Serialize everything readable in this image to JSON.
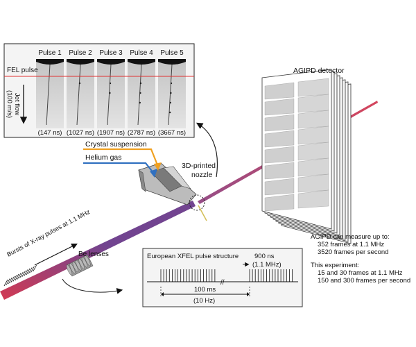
{
  "inset": {
    "pulses": [
      {
        "label": "Pulse 1",
        "time": "(147 ns)"
      },
      {
        "label": "Pulse 2",
        "time": "(1027 ns)"
      },
      {
        "label": "Pulse 3",
        "time": "(1907 ns)"
      },
      {
        "label": "Pulse 4",
        "time": "(2787 ns)"
      },
      {
        "label": "Pulse 5",
        "time": "(3667 ns)"
      }
    ],
    "fel_pulse_label": "FEL pulse",
    "jet_flow_label": "Jet flow",
    "jet_flow_speed": "(100 m/s)"
  },
  "detector": {
    "title": "AGIPD detector",
    "capability_title": "AGIPD can measure up to:",
    "capability_lines": [
      "352 frames at 1.1 MHz",
      "3520 frames per second"
    ],
    "experiment_title": "This experiment:",
    "experiment_lines": [
      "15 and 30 frames at 1.1 MHz",
      "150 and 300 frames per second"
    ]
  },
  "nozzle": {
    "crystal_label": "Crystal suspension",
    "helium_label": "Helium gas",
    "nozzle_label_line1": "3D-printed",
    "nozzle_label_line2": "nozzle"
  },
  "beam": {
    "bursts_label": "Bursts of X-ray pulses at 1.1 MHz",
    "lenses_label": "Be lenses"
  },
  "pulse_structure": {
    "title": "European XFEL pulse structure",
    "spacing_label": "900 ns",
    "spacing_freq": "(1.1 MHz)",
    "train_label": "100 ms",
    "train_freq": "(10 Hz)"
  },
  "colors": {
    "fel_line": "#e03030",
    "crystal_arrow": "#f0a020",
    "helium_arrow": "#3070c0",
    "beam_start": "#d0304a",
    "beam_end": "#6a3a8a"
  }
}
